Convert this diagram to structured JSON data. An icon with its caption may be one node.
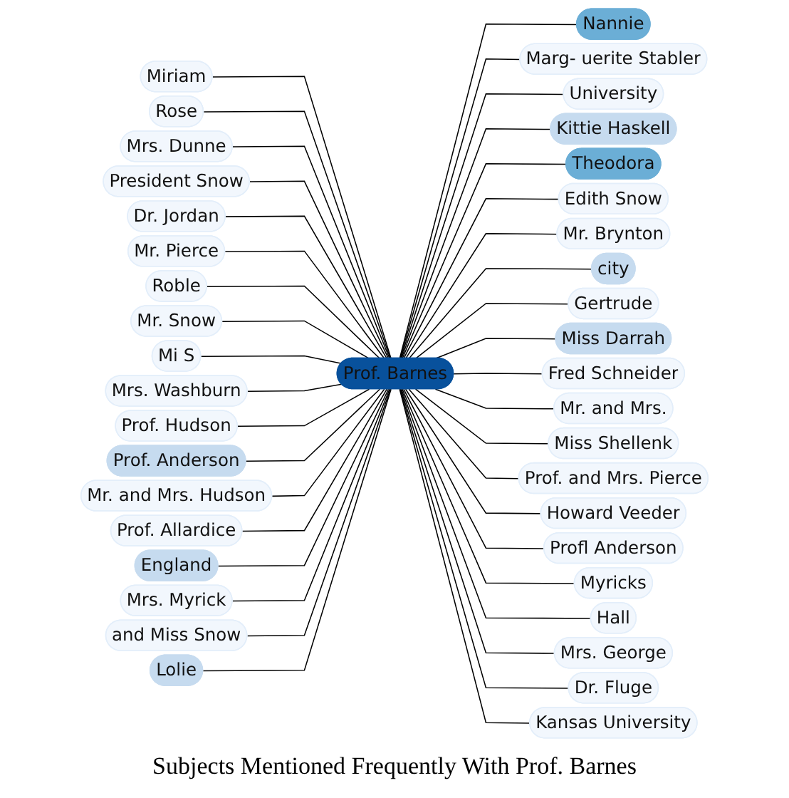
{
  "diagram": {
    "title": "Subjects Mentioned Frequently With Prof. Barnes",
    "nodes": [
      {
        "text": [
          "Miriam"
        ]
      },
      {
        "text": [
          "Rose"
        ]
      },
      {
        "text": [
          "Mrs. Dunne"
        ]
      },
      {
        "text": [
          "President Snow"
        ]
      },
      {
        "text": [
          "Dr. Jordan"
        ]
      },
      {
        "text": [
          "Mr. Pierce"
        ]
      },
      {
        "text": [
          "Roble"
        ]
      },
      {
        "text": [
          "Mr. Snow"
        ]
      },
      {
        "text": [
          "Mi S"
        ]
      },
      {
        "text": [
          "Mrs. Washburn"
        ]
      },
      {
        "text": [
          "Prof. Hudson"
        ]
      },
      {
        "text": [
          "Prof. Anderson"
        ]
      },
      {
        "text": [
          "Mr. and Mrs. Hudson"
        ]
      },
      {
        "text": [
          "Prof. Allardice"
        ]
      },
      {
        "text": [
          "England"
        ]
      },
      {
        "text": [
          "Mrs. Myrick"
        ]
      },
      {
        "text": [
          "and Miss Snow"
        ]
      },
      {
        "text": [
          "Lolie"
        ]
      },
      {
        "text": [
          "Prof. Barnes"
        ]
      },
      {
        "text": [
          "Nannie"
        ]
      },
      {
        "text": [
          "Marg- uerite Stabler"
        ]
      },
      {
        "text": [
          "University"
        ]
      },
      {
        "text": [
          "Kittie Haskell"
        ]
      },
      {
        "text": [
          "Theodora"
        ]
      },
      {
        "text": [
          "Edith Snow"
        ]
      },
      {
        "text": [
          "Mr. Brynton"
        ]
      },
      {
        "text": [
          "city"
        ]
      },
      {
        "text": [
          "Gertrude"
        ]
      },
      {
        "text": [
          "Miss Darrah"
        ]
      },
      {
        "text": [
          "Fred Schneider"
        ]
      },
      {
        "text": [
          "Mr. and Mrs."
        ]
      },
      {
        "text": [
          "Miss Shellenk"
        ]
      },
      {
        "text": [
          "Prof. and Mrs. Pierce"
        ]
      },
      {
        "text": [
          "Howard Veeder"
        ]
      },
      {
        "text": [
          "Profl Anderson"
        ]
      },
      {
        "text": [
          "Myricks"
        ]
      },
      {
        "text": [
          "Hall"
        ]
      },
      {
        "text": [
          "Mrs. George"
        ]
      },
      {
        "text": [
          "Dr. Fluge"
        ]
      },
      {
        "text": [
          "Kansas University"
        ]
      }
    ],
    "edges": [
      {
        "from": 0,
        "to": 18,
        "arrow": "none"
      },
      {
        "from": 1,
        "to": 18,
        "arrow": "none"
      },
      {
        "from": 2,
        "to": 18,
        "arrow": "none"
      },
      {
        "from": 3,
        "to": 18,
        "arrow": "none"
      },
      {
        "from": 4,
        "to": 18,
        "arrow": "none"
      },
      {
        "from": 5,
        "to": 18,
        "arrow": "none"
      },
      {
        "from": 6,
        "to": 18,
        "arrow": "none"
      },
      {
        "from": 7,
        "to": 18,
        "arrow": "none"
      },
      {
        "from": 8,
        "to": 18,
        "arrow": "none"
      },
      {
        "from": 9,
        "to": 18,
        "arrow": "none"
      },
      {
        "from": 10,
        "to": 18,
        "arrow": "none"
      },
      {
        "from": 11,
        "to": 18,
        "arrow": "none"
      },
      {
        "from": 12,
        "to": 18,
        "arrow": "none"
      },
      {
        "from": 13,
        "to": 18,
        "arrow": "none"
      },
      {
        "from": 14,
        "to": 18,
        "arrow": "none"
      },
      {
        "from": 15,
        "to": 18,
        "arrow": "none"
      },
      {
        "from": 16,
        "to": 18,
        "arrow": "none"
      },
      {
        "from": 17,
        "to": 18,
        "arrow": "none"
      },
      {
        "from": 18,
        "to": 19,
        "arrow": "none"
      },
      {
        "from": 18,
        "to": 20,
        "arrow": "none"
      },
      {
        "from": 18,
        "to": 21,
        "arrow": "none"
      },
      {
        "from": 18,
        "to": 22,
        "arrow": "none"
      },
      {
        "from": 18,
        "to": 23,
        "arrow": "none"
      },
      {
        "from": 18,
        "to": 24,
        "arrow": "none"
      },
      {
        "from": 18,
        "to": 25,
        "arrow": "none"
      },
      {
        "from": 18,
        "to": 26,
        "arrow": "none"
      },
      {
        "from": 18,
        "to": 27,
        "arrow": "none"
      },
      {
        "from": 18,
        "to": 28,
        "arrow": "none"
      },
      {
        "from": 18,
        "to": 29,
        "arrow": "none"
      },
      {
        "from": 18,
        "to": 30,
        "arrow": "none"
      },
      {
        "from": 18,
        "to": 31,
        "arrow": "none"
      },
      {
        "from": 18,
        "to": 32,
        "arrow": "none"
      },
      {
        "from": 18,
        "to": 33,
        "arrow": "none"
      },
      {
        "from": 18,
        "to": 34,
        "arrow": "none"
      },
      {
        "from": 18,
        "to": 35,
        "arrow": "none"
      },
      {
        "from": 18,
        "to": 36,
        "arrow": "none"
      },
      {
        "from": 18,
        "to": 37,
        "arrow": "none"
      },
      {
        "from": 18,
        "to": 38,
        "arrow": "none"
      },
      {
        "from": 18,
        "to": 39,
        "arrow": "none"
      }
    ]
  }
}
